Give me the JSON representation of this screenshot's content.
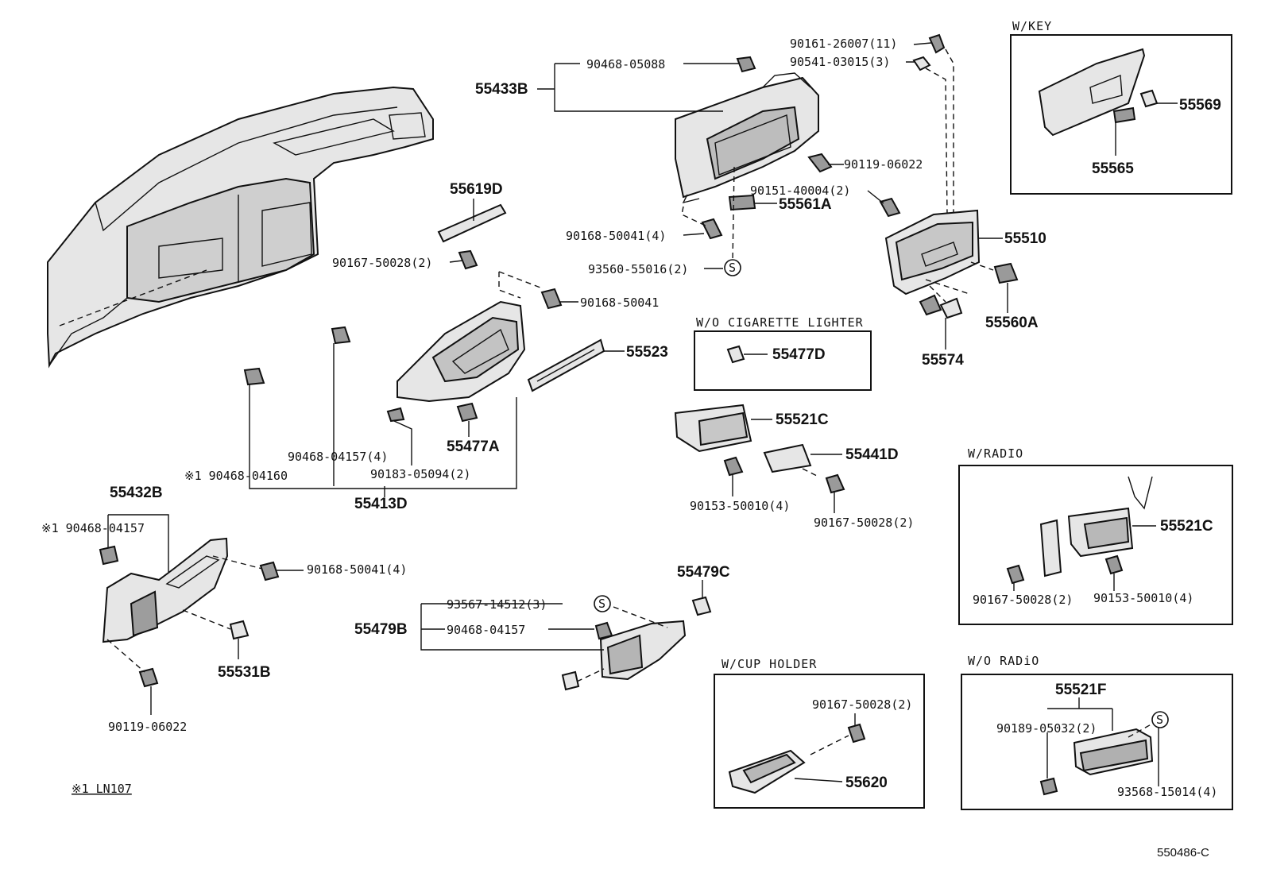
{
  "labels": {
    "p90161_26007": "90161-26007(11)",
    "p90541_03015": "90541-03015(3)",
    "p90468_05088": "90468-05088",
    "p55433B": "55433B",
    "p90119_06022_top": "90119-06022",
    "p90151_40004": "90151-40004(2)",
    "p55561A": "55561A",
    "p55510": "55510",
    "p90168_50041_4": "90168-50041(4)",
    "p93560_55016": "93560-55016(2)",
    "p55619D": "55619D",
    "p90167_50028_mid": "90167-50028(2)",
    "p90168_50041_mid": "90168-50041",
    "p55560A": "55560A",
    "p55574": "55574",
    "p55523": "55523",
    "p55477A": "55477A",
    "p90468_04157_4": "90468-04157(4)",
    "p90183_05094": "90183-05094(2)",
    "p90468_04160": "※1 90468-04160",
    "p55413D": "55413D",
    "p55432B": "55432B",
    "p90468_04157_left": "※1 90468-04157",
    "p90168_50041_left": "90168-50041(4)",
    "p55531B": "55531B",
    "p90119_06022_bot": "90119-06022",
    "p55521C": "55521C",
    "p55441D": "55441D",
    "p90153_50010": "90153-50010(4)",
    "p90167_50028_lower": "90167-50028(2)",
    "p55479C": "55479C",
    "p93567_14512": "93567-14512(3)",
    "p55479B": "55479B",
    "p90468_04157_b": "90468-04157",
    "footnote": "※1 LN107",
    "diagram_id": "550486-C",
    "s_symbol": "S"
  },
  "boxes": {
    "wkey": {
      "title": "W/KEY",
      "p55569": "55569",
      "p55565": "55565"
    },
    "wo_lighter": {
      "title": "W/O CIGARETTE LIGHTER",
      "p55477D": "55477D"
    },
    "wradio": {
      "title": "W/RADIO",
      "p55521C": "55521C",
      "p90167_50028": "90167-50028(2)",
      "p90153_50010": "90153-50010(4)"
    },
    "cup": {
      "title": "W/CUP HOLDER",
      "p90167_50028": "90167-50028(2)",
      "p55620": "55620"
    },
    "woradio": {
      "title": "W/O RADiO",
      "p55521F": "55521F",
      "p90189_05032": "90189-05032(2)",
      "p93568_15014": "93568-15014(4)"
    }
  }
}
